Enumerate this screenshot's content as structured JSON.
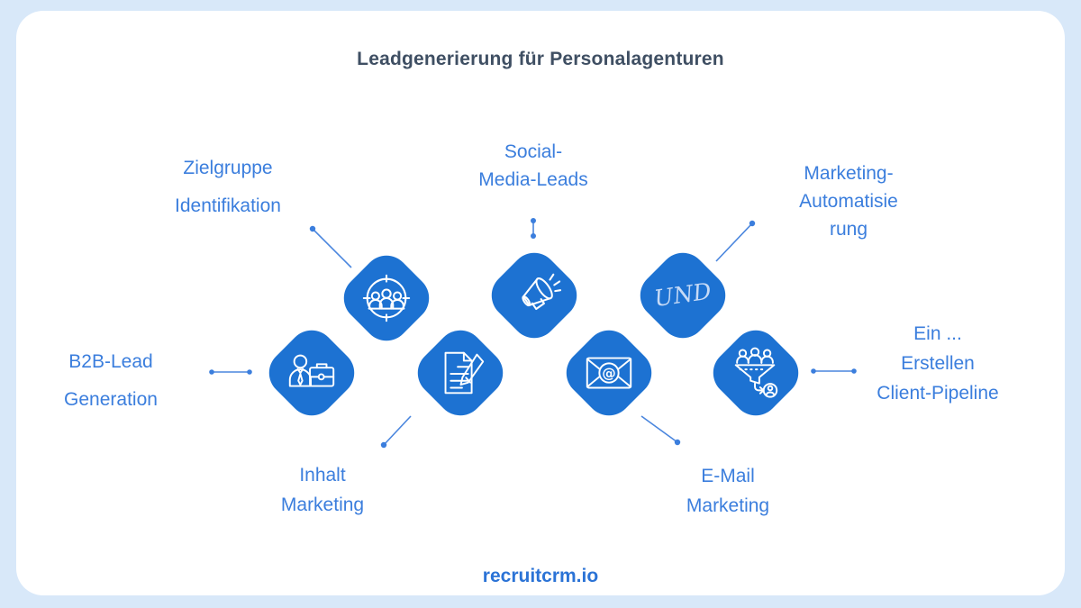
{
  "page": {
    "title": "Leadgenerierung für Personalagenturen",
    "footer": "recruitcrm.io"
  },
  "colors": {
    "background": "#d8e8f9",
    "card": "#ffffff",
    "node_fill": "#1d72d2",
    "label_text": "#3b7edd",
    "title_text": "#3f4f63",
    "footer_text": "#2b73d6",
    "connector": "#4a86de",
    "icon_stroke": "#ffffff"
  },
  "nodes": [
    {
      "id": "zielgruppe",
      "icon": "target-audience-icon",
      "label": "Zielgruppe\nIdentifikation"
    },
    {
      "id": "social",
      "icon": "megaphone-icon",
      "label": "Social-\nMedia-Leads"
    },
    {
      "id": "automation",
      "icon": "und-script-text",
      "icon_text": "UND",
      "label": "Marketing-\nAutomatisie\nrung"
    },
    {
      "id": "b2b",
      "icon": "businessperson-briefcase-icon",
      "label": "B2B-Lead\nGeneration"
    },
    {
      "id": "content",
      "icon": "document-pen-icon",
      "label": "Inhalt\nMarketing"
    },
    {
      "id": "email",
      "icon": "envelope-at-icon",
      "label": "E-Mail\nMarketing"
    },
    {
      "id": "pipeline",
      "icon": "lead-funnel-icon",
      "label": "Ein ...\nErstellen\nClient-Pipeline"
    }
  ]
}
